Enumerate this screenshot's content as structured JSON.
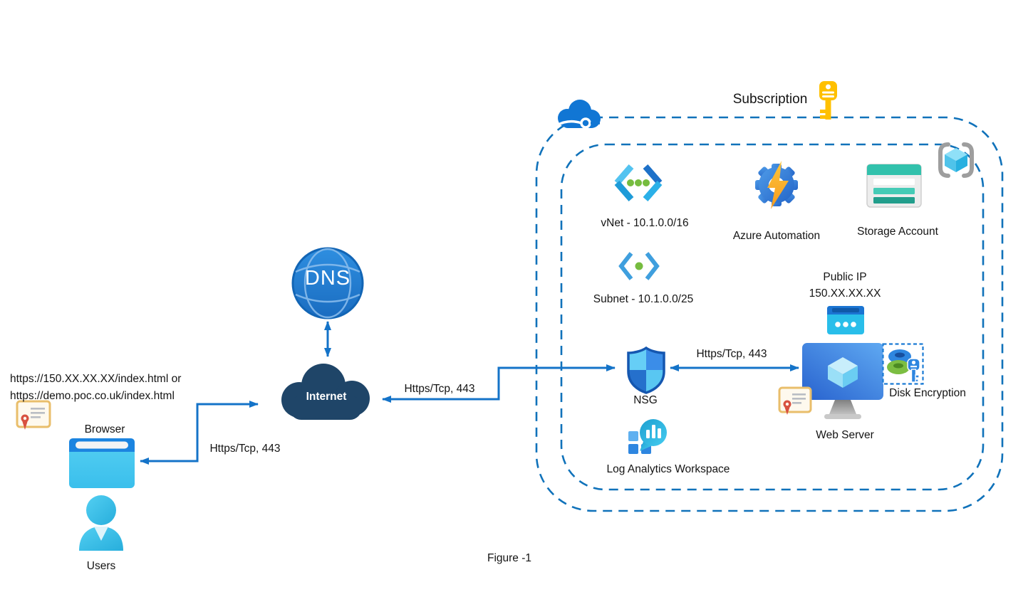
{
  "figure": {
    "caption": "Figure -1"
  },
  "subscription": {
    "label": "Subscription"
  },
  "nodes": {
    "users": {
      "label": "Users"
    },
    "browser": {
      "label": "Browser"
    },
    "urls": {
      "line1": "https://150.XX.XX.XX/index.html or",
      "line2": "https://demo.poc.co.uk/index.html"
    },
    "dns": {
      "label": "DNS"
    },
    "internet": {
      "label": "Internet"
    },
    "vnet": {
      "label": "vNet  - 10.1.0.0/16"
    },
    "subnet": {
      "label": "Subnet - 10.1.0.0/25"
    },
    "azure_automation": {
      "label": "Azure Automation"
    },
    "storage_account": {
      "label": "Storage Account"
    },
    "public_ip": {
      "line1": "Public IP",
      "line2": "150.XX.XX.XX"
    },
    "nsg": {
      "label": "NSG"
    },
    "web_server": {
      "label": "Web Server"
    },
    "disk_encryption": {
      "label": "Disk Encryption"
    },
    "log_analytics": {
      "label": "Log Analytics Workspace"
    }
  },
  "edges": {
    "browser_internet": {
      "label": "Https/Tcp, 443"
    },
    "internet_nsg": {
      "label": "Https/Tcp, 443"
    },
    "nsg_web": {
      "label": "Https/Tcp, 443"
    }
  },
  "colors": {
    "boundary_blue": "#1072BA",
    "connector_blue": "#1473C8",
    "internet_navy": "#1F4568",
    "azure_blue": "#2E86E0",
    "cyan": "#49C9F0",
    "teal_storage": "#32C1AC",
    "key_yellow": "#FFC000",
    "bolt_orange": "#F79B1E",
    "green_dot": "#76BC3F",
    "cert_tan": "#E9BE6B",
    "cert_red": "#D85140"
  }
}
